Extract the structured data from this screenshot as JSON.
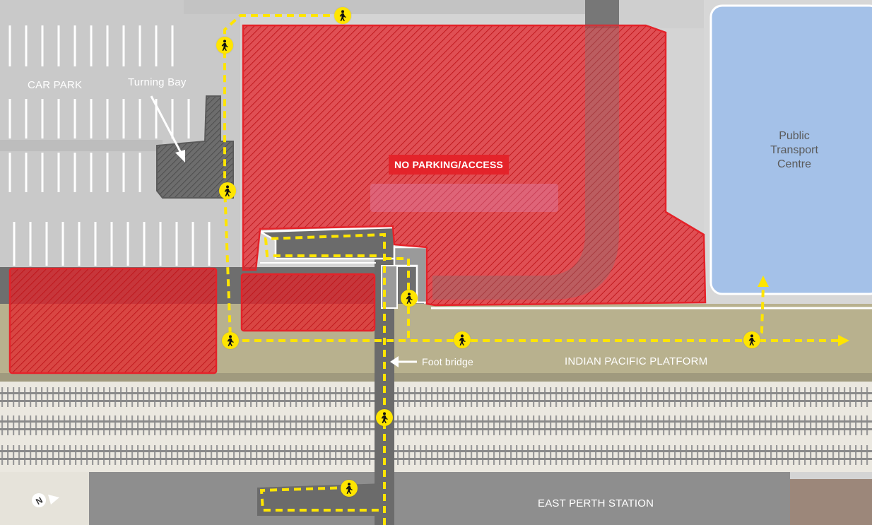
{
  "labels": {
    "car_park": "CAR PARK",
    "turning_bay": "Turning Bay",
    "no_parking": "NO PARKING/ACCESS",
    "transport_centre": [
      "Public",
      "Transport",
      "Centre"
    ],
    "foot_bridge": "Foot bridge",
    "platform": "INDIAN PACIFIC PLATFORM",
    "station": "EAST PERTH STATION"
  },
  "icons": {
    "pedestrian": "pedestrian-icon",
    "north": "north-arrow-icon"
  },
  "colors": {
    "restricted_fill": "#e4232a",
    "walking_route": "#ffe500",
    "transport_centre": "#a4c1e8",
    "platform": "#b8b18e",
    "asphalt": "#cdcdcd",
    "track_bed": "#ebe8e0",
    "station": "#8e8e8e"
  }
}
